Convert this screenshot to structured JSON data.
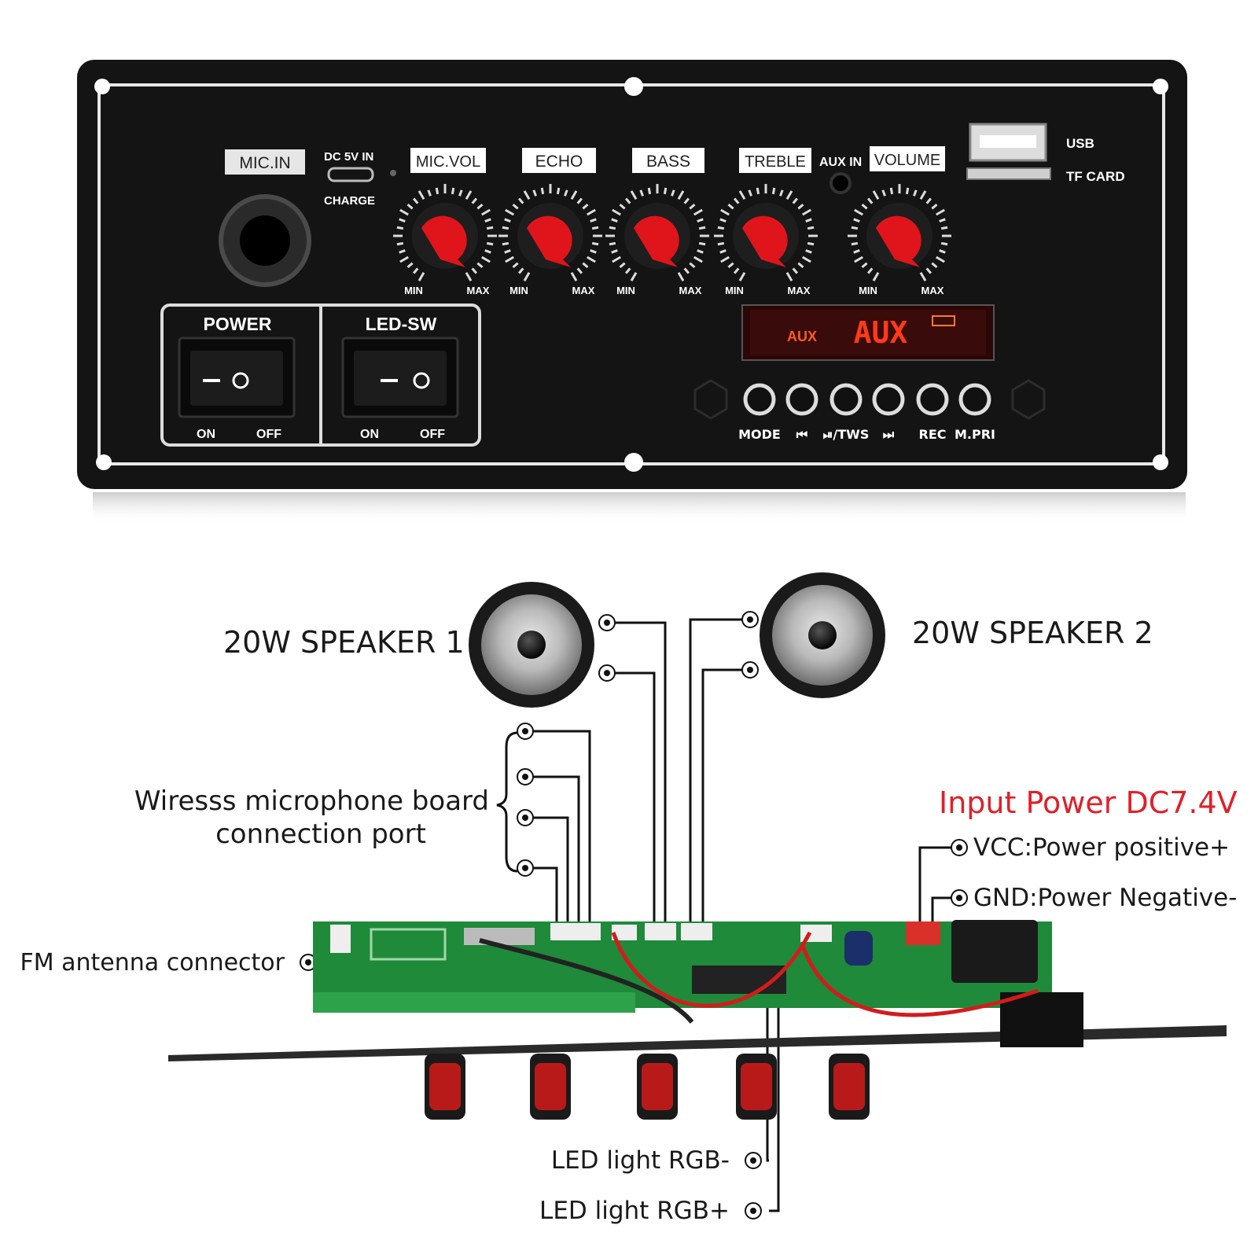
{
  "panel": {
    "mic_in": "MIC.IN",
    "dc_in": "DC 5V IN",
    "charge": "CHARGE",
    "aux_in": "AUX IN",
    "usb": "USB",
    "tf_card": "TF CARD",
    "knobs": [
      {
        "label": "MIC.VOL",
        "min": "MIN",
        "max": "MAX"
      },
      {
        "label": "ECHO",
        "min": "MIN",
        "max": "MAX"
      },
      {
        "label": "BASS",
        "min": "MIN",
        "max": "MAX"
      },
      {
        "label": "TREBLE",
        "min": "MIN",
        "max": "MAX"
      },
      {
        "label": "VOLUME",
        "min": "MIN",
        "max": "MAX"
      }
    ],
    "switches": [
      {
        "label": "POWER",
        "on": "ON",
        "off": "OFF"
      },
      {
        "label": "LED-SW",
        "on": "ON",
        "off": "OFF"
      }
    ],
    "display": {
      "mode_small": "AUX",
      "mode_big": "AUX"
    },
    "buttons": [
      "MODE",
      "⏮",
      "⏯/TWS",
      "⏭",
      "REC",
      "M.PRI"
    ]
  },
  "diagram": {
    "speaker1": "20W SPEAKER 1",
    "speaker2": "20W SPEAKER 2",
    "mic_board_line1": "Wiresss microphone board",
    "mic_board_line2": "connection port",
    "input_power": "Input Power DC7.4V",
    "vcc": "VCC:Power positive+",
    "gnd": "GND:Power Negative-",
    "fm": "FM antenna connector",
    "led_minus": "LED light RGB-",
    "led_plus": "LED light RGB+"
  },
  "colors": {
    "panel": "#141414",
    "knob_red": "#e0141b",
    "display_red": "#ff3a1a",
    "pcb_green": "#1f8a3a",
    "power_red": "#e0202a"
  }
}
